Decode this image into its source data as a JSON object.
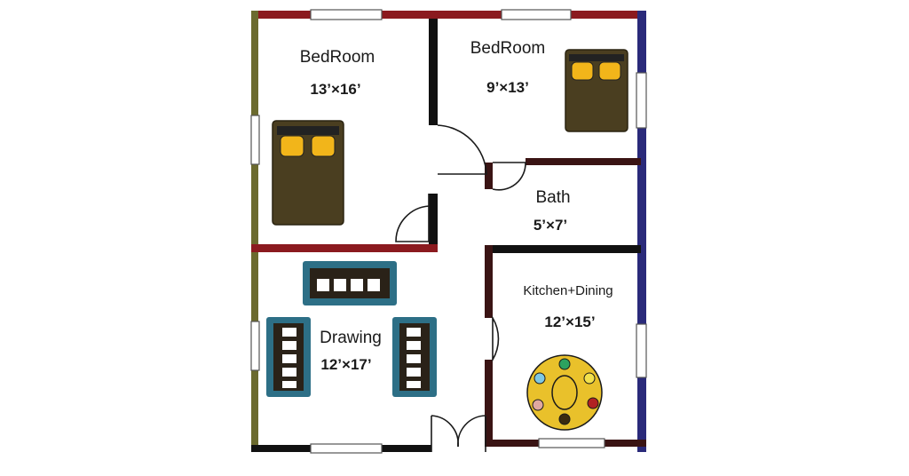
{
  "colors": {
    "wall_top": "#8b1a1f",
    "wall_left": "#6b6a2e",
    "wall_right": "#2a2a7a",
    "wall_inner_dark": "#3a1414",
    "wall_black": "#111111",
    "bed_body": "#4a3e20",
    "bed_pillow": "#f2b51a",
    "sofa_frame": "#2d6f86",
    "sofa_seat": "#2a2218",
    "table": "#e9c12b"
  },
  "rooms": {
    "bedroom1": {
      "name": "BedRoom",
      "size": "13’×16’"
    },
    "bedroom2": {
      "name": "BedRoom",
      "size": "9’×13’"
    },
    "bath": {
      "name": "Bath",
      "size": "5’×7’"
    },
    "kitchen": {
      "name": "Kitchen+Dining",
      "size": "12’×15’"
    },
    "drawing": {
      "name": "Drawing",
      "size": "12’×17’"
    }
  },
  "furniture": {
    "beds": [
      "double-bed",
      "double-bed"
    ],
    "sofas": [
      "sofa-top",
      "sofa-left",
      "sofa-right"
    ],
    "dining": {
      "type": "round-table",
      "chairs": [
        "#2ca25f",
        "#7ec8e3",
        "#f2e14c",
        "#b22222",
        "#e0a8a0",
        "#3a2a10"
      ]
    }
  }
}
